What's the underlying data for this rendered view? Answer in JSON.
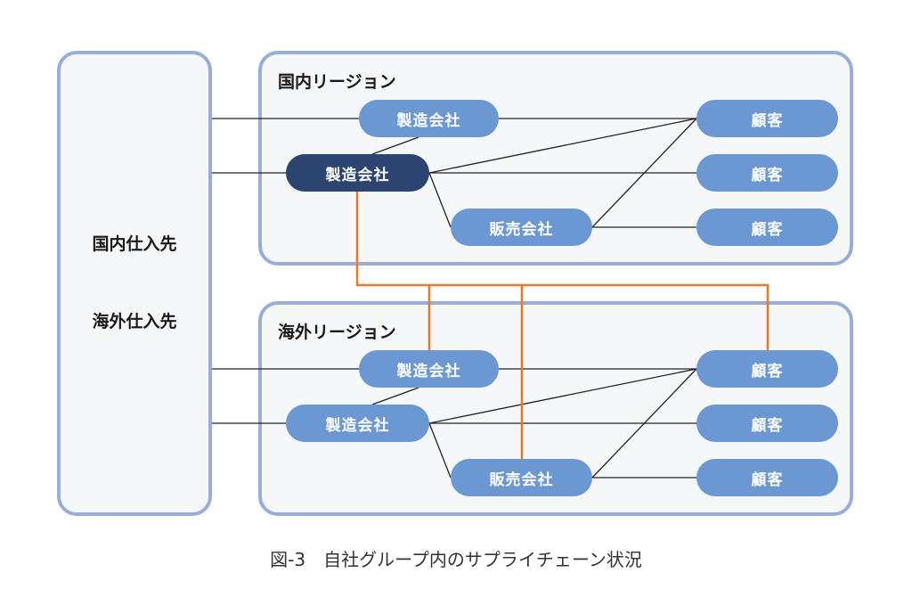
{
  "suppliers": {
    "domestic": "国内仕入先",
    "overseas": "海外仕入先"
  },
  "regions": [
    {
      "title": "国内リージョン",
      "nodes": {
        "mfg_a": "製造会社",
        "mfg_b": "製造会社",
        "sales": "販売会社",
        "customers": [
          "顧客",
          "顧客",
          "顧客"
        ]
      },
      "highlighted": "mfg_b"
    },
    {
      "title": "海外リージョン",
      "nodes": {
        "mfg_a": "製造会社",
        "mfg_b": "製造会社",
        "sales": "販売会社",
        "customers": [
          "顧客",
          "顧客",
          "顧客"
        ]
      }
    }
  ],
  "colors": {
    "border": "#97afd8",
    "pill": "#6b97d2",
    "pill_highlight": "#2c4470",
    "cross_region_link": "#e8792a",
    "link": "#222222"
  },
  "cross_region_links": [
    {
      "from": "国内リージョン/製造会社(highlight)",
      "to": "海外リージョン/製造会社"
    },
    {
      "from": "国内リージョン/製造会社(highlight)",
      "to": "海外リージョン/販売会社"
    },
    {
      "from": "国内リージョン/製造会社(highlight)",
      "to": "海外リージョン/顧客"
    }
  ],
  "caption": "図-3　自社グループ内のサプライチェーン状況"
}
